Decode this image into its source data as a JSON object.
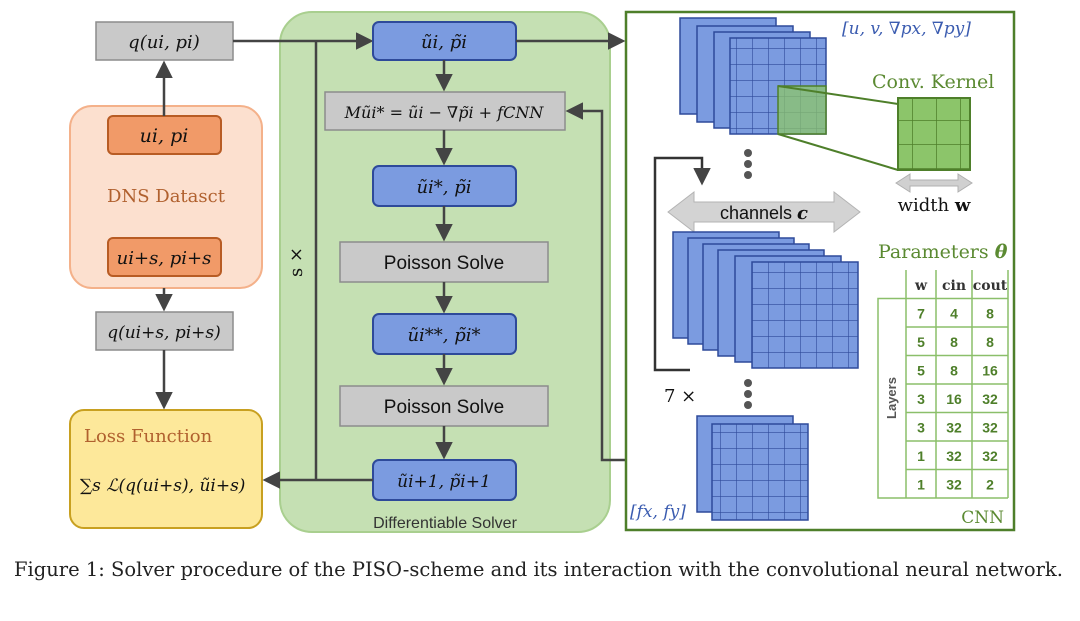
{
  "labels": {
    "dns_dataset": "DNS Datasct",
    "loss_function": "Loss Function",
    "differentiable_solver": "Differentiable Solver",
    "poisson_solve": "Poisson Solve",
    "s_times": "s ×",
    "seven_times": "7 ×",
    "channels": "channels",
    "channels_symbol": "c",
    "conv_kernel": "Conv. Kernel",
    "width": "width",
    "width_symbol": "w",
    "parameters": "Parameters",
    "parameters_symbol": "θ",
    "cnn": "CNN",
    "layers": "Layers",
    "input_features": "[u, v, ∇px, ∇py]",
    "output_features": "[fx, fy]"
  },
  "formulas": {
    "q_ui": "q(ui, pi)",
    "ui_pi": "ui, pi",
    "ui_s_pi_s": "ui+s, pi+s",
    "q_ui_s": "q(ui+s, pi+s)",
    "ut_pt": "ũi, p̃i",
    "momentum": "Mũi* = ũi − ∇p̃i + fCNN",
    "ustar": "ũi*, p̃i",
    "ustarstar": "ũi**, p̃i*",
    "unext": "ũi+1, p̃i+1",
    "loss": "∑s ℒ(q(ui+s), ũi+s)"
  },
  "table": {
    "headers": [
      "w",
      "cin",
      "cout"
    ],
    "rows": [
      [
        "7",
        "4",
        "8"
      ],
      [
        "5",
        "8",
        "8"
      ],
      [
        "5",
        "8",
        "16"
      ],
      [
        "3",
        "16",
        "32"
      ],
      [
        "3",
        "32",
        "32"
      ],
      [
        "1",
        "32",
        "32"
      ],
      [
        "1",
        "32",
        "2"
      ]
    ]
  },
  "caption": "Figure 1: Solver procedure of the PISO-scheme and its interaction with the convolutional neural network.",
  "colors": {
    "blue_box": "#7b9be0",
    "blue_border": "#2e4a9a",
    "gray_box": "#c9c9c9",
    "orange_panel": "#fce0cf",
    "orange_box": "#f19a68",
    "yellow_panel": "#fde89a",
    "green_panel": "#c5e0b3",
    "green_text": "#5b8a32",
    "blue_text": "#3b5cb0"
  }
}
